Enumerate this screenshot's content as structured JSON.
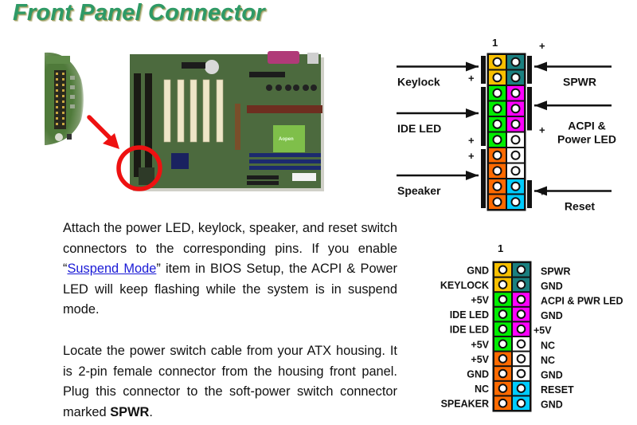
{
  "page": {
    "title": "Front Panel Connector"
  },
  "paragraphs": {
    "p1": {
      "before_link": "Attach the power LED, keylock, speaker, and reset switch connectors to the corresponding pins. If you enable “",
      "link_text": "Suspend Mode",
      "after_link": "” item in BIOS Setup, the ACPI & Power LED will keep flashing while the system is in suspend mode."
    },
    "p2": {
      "before_bold": "Locate the power switch cable from your ATX housing. It is 2-pin female connector from the housing front panel. Plug this connector to the soft-power switch connector marked ",
      "bold": "SPWR",
      "after_bold": "."
    }
  },
  "images": {
    "closeup_alt": "Close-up of front panel pin header",
    "board_alt": "Motherboard photo with front panel connector circled",
    "highlight_color": "#ee1111"
  },
  "pin_colors": {
    "yellow": "#f8c000",
    "teal": "#1a8080",
    "green": "#00ee00",
    "magenta": "#ff00ff",
    "white": "#ffffff",
    "orange": "#ff6a00",
    "cyan": "#00ccff"
  },
  "connector_diagram": {
    "pin1_label": "1",
    "rows": [
      [
        "yellow",
        "teal"
      ],
      [
        "yellow",
        "teal"
      ],
      [
        "green",
        "magenta"
      ],
      [
        "green",
        "magenta"
      ],
      [
        "green",
        "magenta"
      ],
      [
        "green",
        "white"
      ],
      [
        "orange",
        "white"
      ],
      [
        "orange",
        "white"
      ],
      [
        "orange",
        "cyan"
      ],
      [
        "orange",
        "cyan"
      ]
    ],
    "left_groups": [
      {
        "label": "Keylock",
        "rows": [
          0,
          1
        ],
        "plus_row": 1
      },
      {
        "label": "IDE LED",
        "rows": [
          2,
          5
        ],
        "plus_row": 5
      },
      {
        "label": "Speaker",
        "rows": [
          6,
          9
        ],
        "plus_row": 6
      }
    ],
    "right_groups": [
      {
        "label": "SPWR",
        "rows": [
          0,
          1
        ],
        "plus_row": 0
      },
      {
        "label_lines": [
          "ACPI &",
          "Power LED"
        ],
        "rows": [
          2,
          4
        ],
        "plus_row": 4
      },
      {
        "label": "Reset",
        "rows": [
          8,
          9
        ],
        "plus_row": 8
      }
    ],
    "plus_symbol": "+"
  },
  "pinout_table": {
    "pin1_label": "1",
    "rows": [
      {
        "left": "GND",
        "right": "SPWR"
      },
      {
        "left": "KEYLOCK",
        "right": "GND"
      },
      {
        "left": "+5V",
        "right": "ACPI & PWR LED"
      },
      {
        "left": "IDE LED",
        "right": "GND"
      },
      {
        "left": "IDE LED",
        "right": "+5V"
      },
      {
        "left": "+5V",
        "right": "NC"
      },
      {
        "left": "+5V",
        "right": "NC"
      },
      {
        "left": "GND",
        "right": "GND"
      },
      {
        "left": "NC",
        "right": "RESET"
      },
      {
        "left": "SPEAKER",
        "right": "GND"
      }
    ]
  }
}
